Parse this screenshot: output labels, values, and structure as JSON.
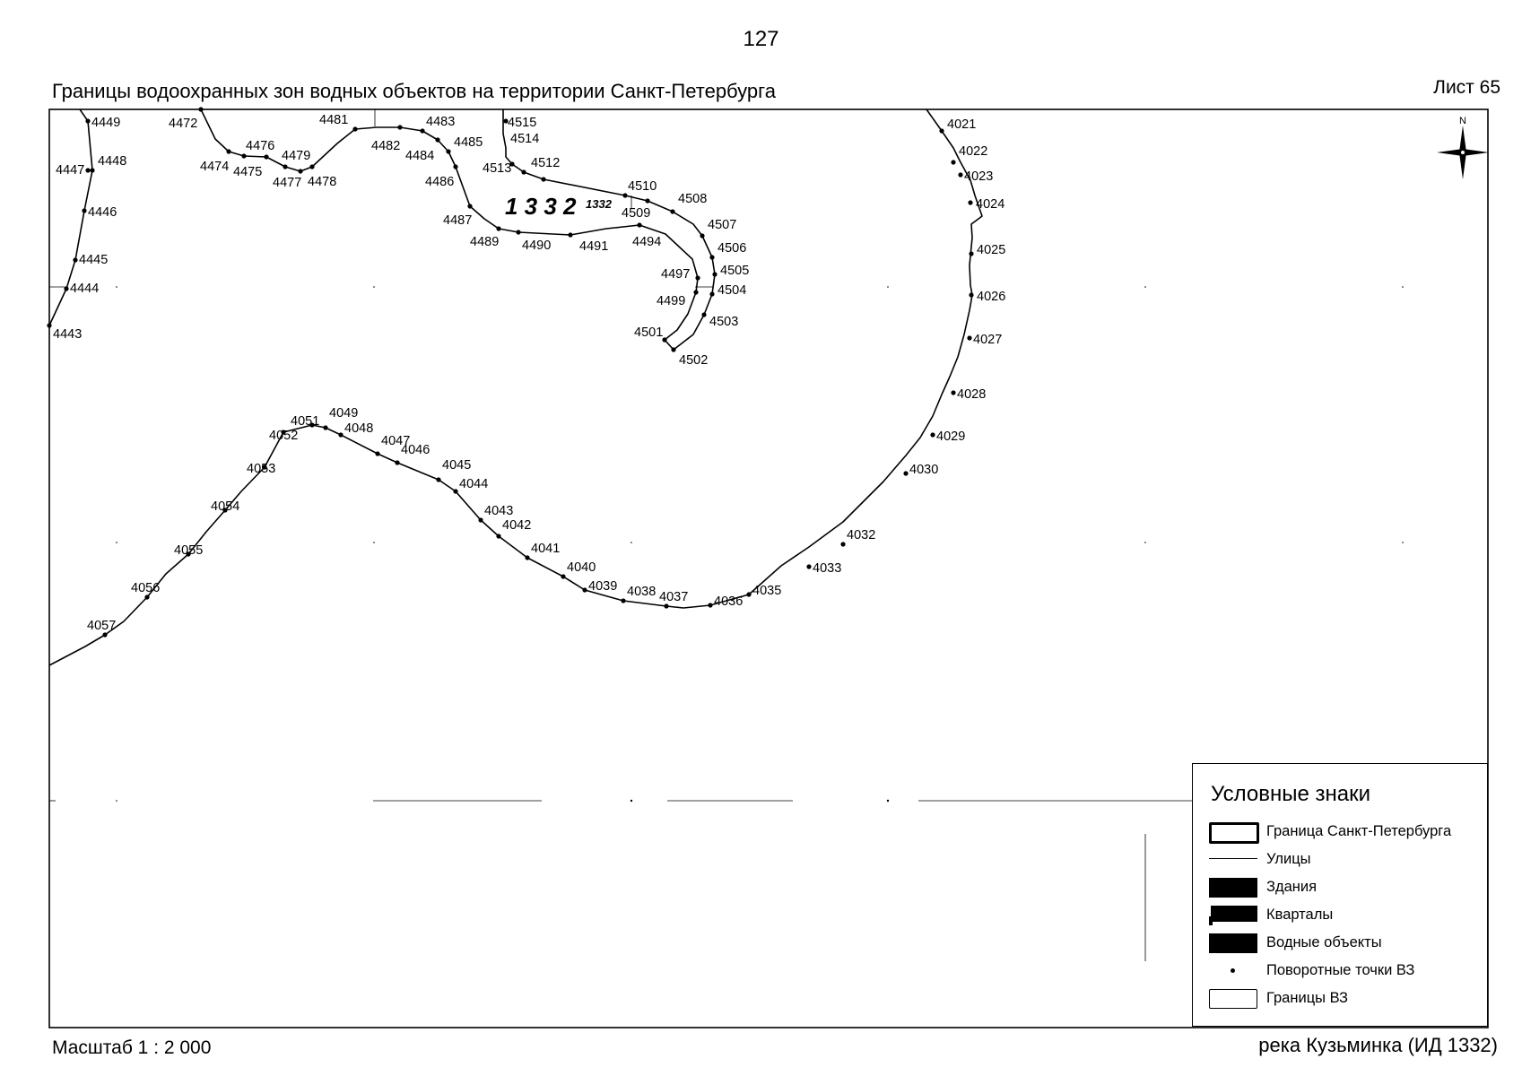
{
  "header": {
    "page_number": "127",
    "title": "Границы водоохранных зон водных объектов на территории Санкт-Петербурга",
    "sheet": "Лист 65"
  },
  "footer": {
    "scale": "Масштаб 1 : 2 000",
    "river": "река Кузьминка (ИД 1332)"
  },
  "map": {
    "object_code": "1 3 3 2",
    "object_code_small": "1332",
    "north_label": "N",
    "points": [
      "4021",
      "4022",
      "4023",
      "4024",
      "4025",
      "4026",
      "4027",
      "4028",
      "4029",
      "4030",
      "4032",
      "4033",
      "4035",
      "4036",
      "4037",
      "4038",
      "4039",
      "4040",
      "4041",
      "4042",
      "4043",
      "4044",
      "4045",
      "4046",
      "4047",
      "4048",
      "4049",
      "4051",
      "4052",
      "4053",
      "4054",
      "4055",
      "4056",
      "4057",
      "4443",
      "4444",
      "4445",
      "4446",
      "4447",
      "4448",
      "4449",
      "4472",
      "4474",
      "4475",
      "4476",
      "4477",
      "4478",
      "4479",
      "4481",
      "4482",
      "4483",
      "4484",
      "4485",
      "4486",
      "4487",
      "4489",
      "4490",
      "4491",
      "4494",
      "4497",
      "4499",
      "4501",
      "4502",
      "4503",
      "4504",
      "4505",
      "4506",
      "4507",
      "4508",
      "4509",
      "4510",
      "4512",
      "4513",
      "4514",
      "4515"
    ]
  },
  "legend": {
    "title": "Условные знаки",
    "items": [
      {
        "label": "Граница Санкт-Петербурга",
        "symbol": "city-border"
      },
      {
        "label": "Улицы",
        "symbol": "street"
      },
      {
        "label": "Здания",
        "symbol": "building"
      },
      {
        "label": "Кварталы",
        "symbol": "block"
      },
      {
        "label": "Водные объекты",
        "symbol": "water"
      },
      {
        "label": "Поворотные точки ВЗ",
        "symbol": "turn-point"
      },
      {
        "label": "Границы ВЗ",
        "symbol": "zone-border"
      }
    ]
  }
}
